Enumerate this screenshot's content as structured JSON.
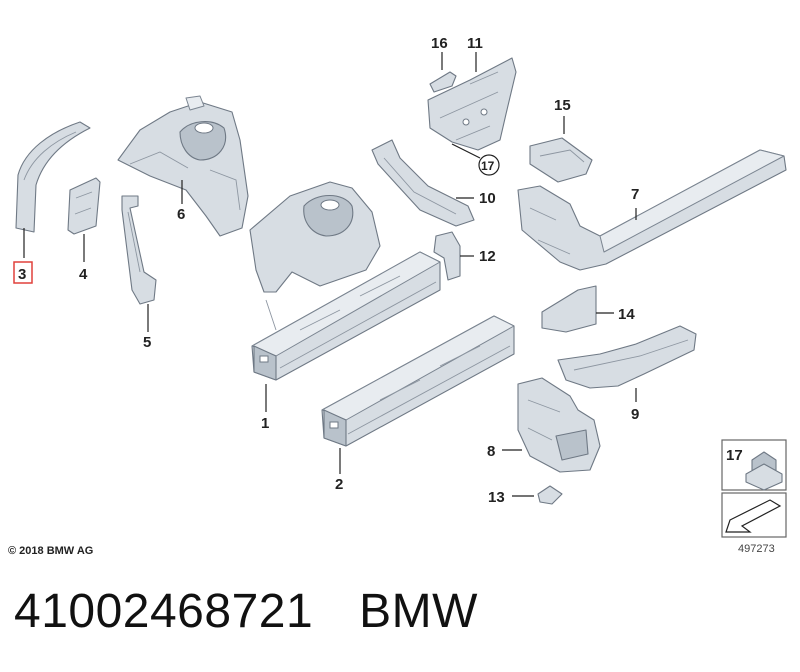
{
  "labels": {
    "p1": "1",
    "p2": "2",
    "p3": "3",
    "p4": "4",
    "p5": "5",
    "p6": "6",
    "p7": "7",
    "p8": "8",
    "p9": "9",
    "p10": "10",
    "p11": "11",
    "p12": "12",
    "p13": "13",
    "p14": "14",
    "p15": "15",
    "p16": "16",
    "p17": "17"
  },
  "highlighted_label": "3",
  "highlight_color": "#e0413b",
  "legend": {
    "number": "17",
    "diagram_number": "497273"
  },
  "copyright": "© 2018 BMW AG",
  "caption": {
    "part_number": "41002468721",
    "brand": "BMW"
  }
}
